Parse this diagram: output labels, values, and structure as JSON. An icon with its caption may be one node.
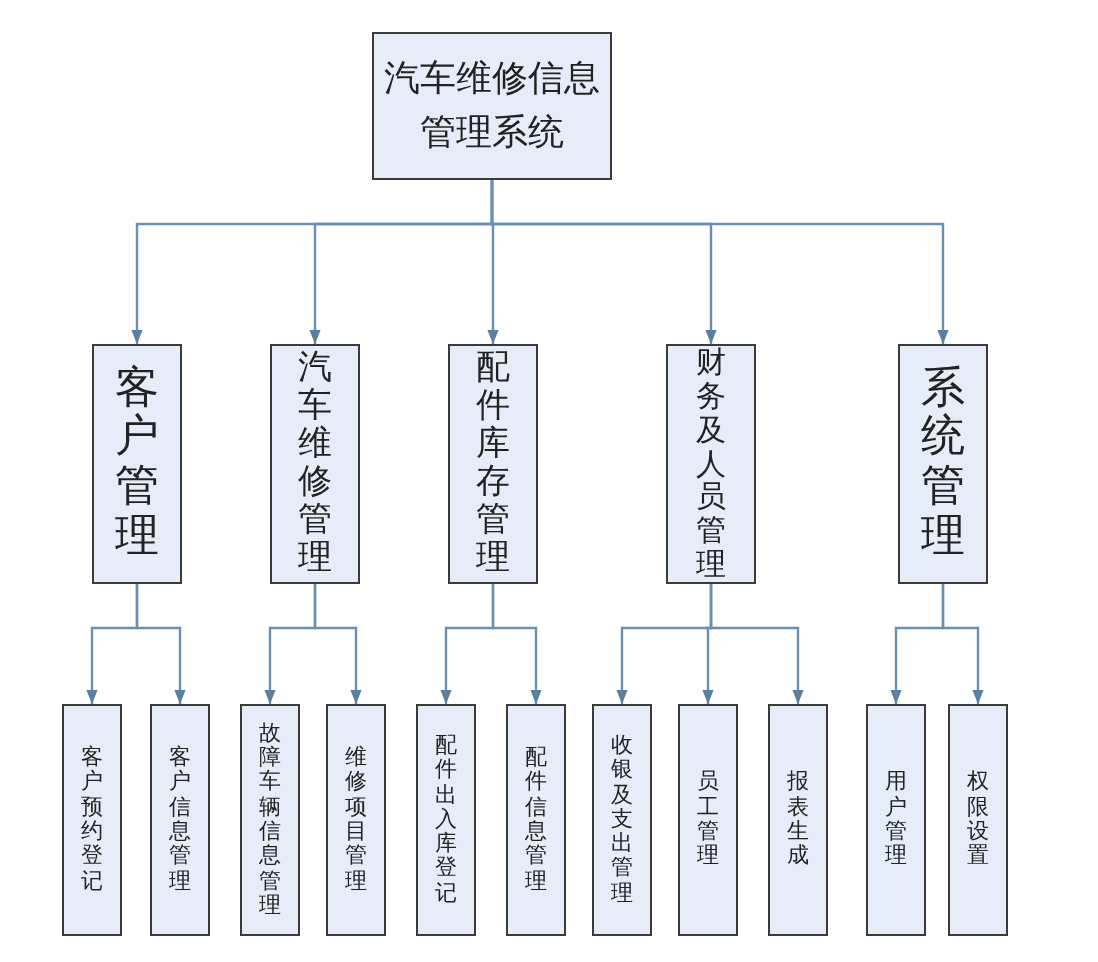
{
  "diagram": {
    "nodes": [
      {
        "text": [
          "汽车维修信息管理系统"
        ]
      },
      {
        "text": [
          "客户管理"
        ]
      },
      {
        "text": [
          "汽车维修管理"
        ]
      },
      {
        "text": [
          "配件库存管理"
        ]
      },
      {
        "text": [
          "财务及人员管理"
        ]
      },
      {
        "text": [
          "系统管理"
        ]
      },
      {
        "text": [
          "客户预约登记"
        ]
      },
      {
        "text": [
          "客户信息管理"
        ]
      },
      {
        "text": [
          "故障车辆信息管理"
        ]
      },
      {
        "text": [
          "维修项目管理"
        ]
      },
      {
        "text": [
          "配件出入库登记"
        ]
      },
      {
        "text": [
          "配件信息管理"
        ]
      },
      {
        "text": [
          "收银及支出管理"
        ]
      },
      {
        "text": [
          "员工管理"
        ]
      },
      {
        "text": [
          "报表生成"
        ]
      },
      {
        "text": [
          "用户管理"
        ]
      },
      {
        "text": [
          "权限设置"
        ]
      }
    ],
    "edges": [
      {
        "from": 0,
        "to": 1,
        "arrow": "to"
      },
      {
        "from": 0,
        "to": 2,
        "arrow": "to"
      },
      {
        "from": 0,
        "to": 3,
        "arrow": "to"
      },
      {
        "from": 0,
        "to": 4,
        "arrow": "to"
      },
      {
        "from": 0,
        "to": 5,
        "arrow": "to"
      },
      {
        "from": 1,
        "to": 6,
        "arrow": "to"
      },
      {
        "from": 1,
        "to": 7,
        "arrow": "to"
      },
      {
        "from": 2,
        "to": 8,
        "arrow": "to"
      },
      {
        "from": 2,
        "to": 9,
        "arrow": "to"
      },
      {
        "from": 3,
        "to": 10,
        "arrow": "to"
      },
      {
        "from": 3,
        "to": 11,
        "arrow": "to"
      },
      {
        "from": 4,
        "to": 12,
        "arrow": "to"
      },
      {
        "from": 4,
        "to": 13,
        "arrow": "to"
      },
      {
        "from": 4,
        "to": 14,
        "arrow": "to"
      },
      {
        "from": 5,
        "to": 15,
        "arrow": "to"
      },
      {
        "from": 5,
        "to": 16,
        "arrow": "to"
      }
    ]
  }
}
